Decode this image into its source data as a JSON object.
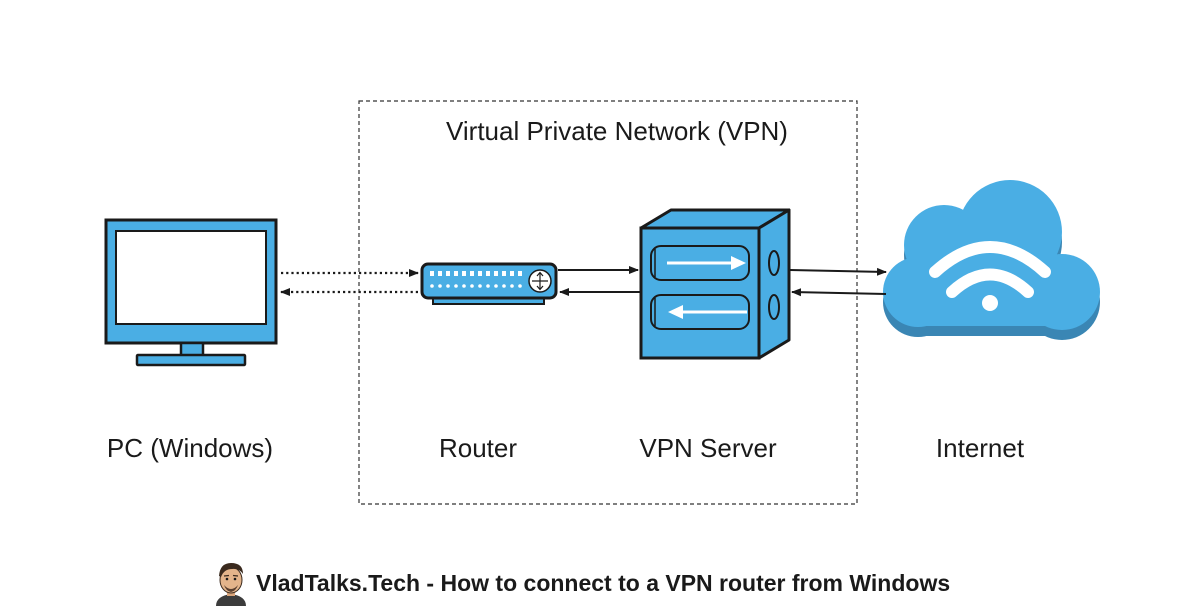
{
  "diagram": {
    "title": "Virtual Private Network (VPN)",
    "nodes": [
      {
        "id": "pc",
        "label": "PC (Windows)",
        "icon": "monitor-icon"
      },
      {
        "id": "router",
        "label": "Router",
        "icon": "router-icon"
      },
      {
        "id": "vpn_server",
        "label": "VPN Server",
        "icon": "vpn-server-icon"
      },
      {
        "id": "internet",
        "label": "Internet",
        "icon": "cloud-wifi-icon"
      }
    ],
    "edges": [
      {
        "from": "pc",
        "to": "router",
        "style": "dotted"
      },
      {
        "from": "router",
        "to": "pc",
        "style": "dotted"
      },
      {
        "from": "router",
        "to": "vpn_server",
        "style": "solid"
      },
      {
        "from": "vpn_server",
        "to": "router",
        "style": "solid"
      },
      {
        "from": "vpn_server",
        "to": "internet",
        "style": "solid"
      },
      {
        "from": "internet",
        "to": "vpn_server",
        "style": "solid"
      }
    ]
  },
  "footer": {
    "text": "VladTalks.Tech - How to connect to a VPN router from Windows",
    "avatar": "avatar-icon"
  },
  "colors": {
    "accent": "#4aaee4",
    "accent_dark": "#3a86b4",
    "stroke": "#1a1a1a",
    "background": "#ffffff"
  }
}
